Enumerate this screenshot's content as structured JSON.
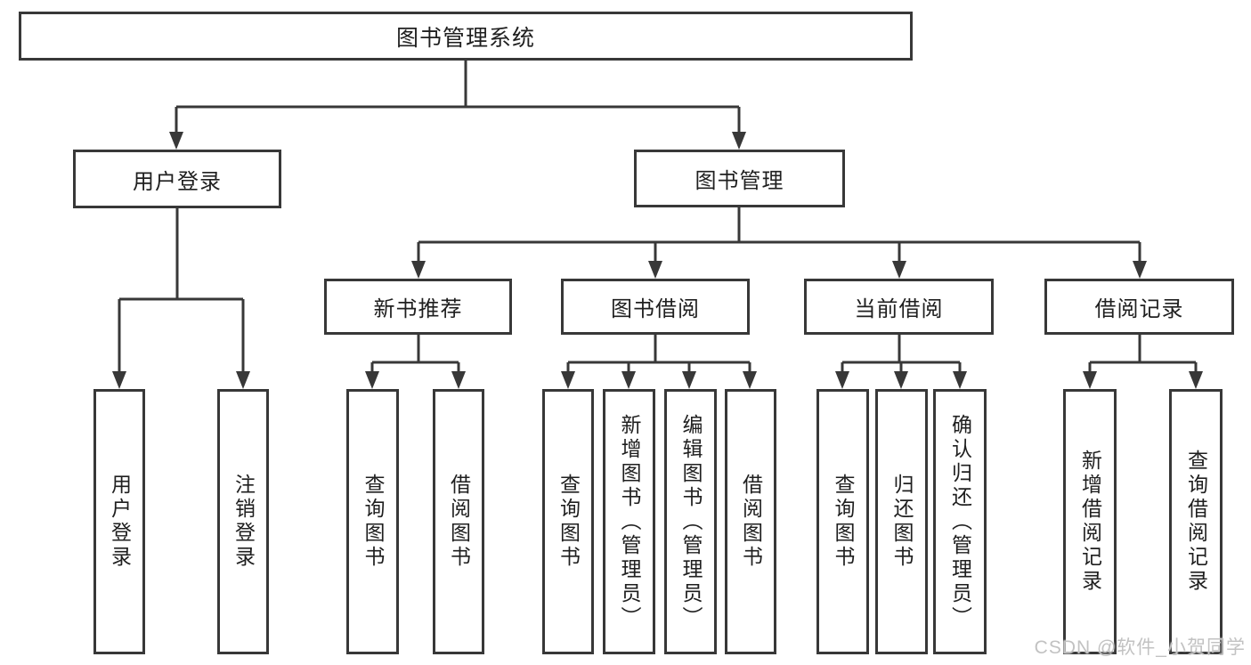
{
  "title": "图书管理系统",
  "watermark": "CSDN @软件_小贺同学",
  "colors": {
    "line": "#383838",
    "text": "#1f1f1f",
    "background": "#ffffff",
    "watermark": "#c2c2c2"
  },
  "tree": {
    "root": "图书管理系统",
    "level1": [
      {
        "label": "用户登录",
        "children": [
          "用户登录",
          "注销登录"
        ]
      },
      {
        "label": "图书管理",
        "groups": [
          {
            "label": "新书推荐",
            "children": [
              "查询图书",
              "借阅图书"
            ]
          },
          {
            "label": "图书借阅",
            "children": [
              "查询图书",
              "新增图书（管理员）",
              "编辑图书（管理员）",
              "借阅图书"
            ]
          },
          {
            "label": "当前借阅",
            "children": [
              "查询图书",
              "归还图书",
              "确认归还（管理员）"
            ]
          },
          {
            "label": "借阅记录",
            "children": [
              "新增借阅记录",
              "查询借阅记录"
            ]
          }
        ]
      }
    ]
  }
}
